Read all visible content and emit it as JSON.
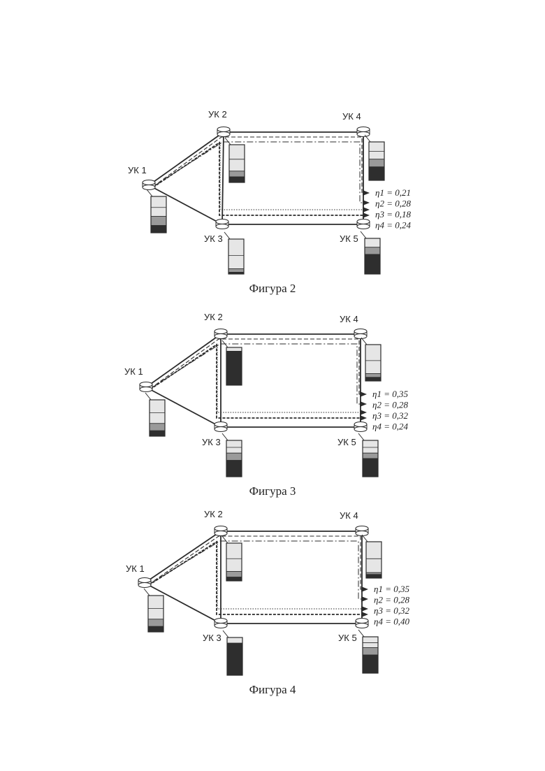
{
  "figures": [
    {
      "caption": "Фигура 2",
      "nodes": [
        "УК 1",
        "УК 2",
        "УК 3",
        "УК 4",
        "УК 5"
      ],
      "eta_lines": [
        "η1 = 0,21",
        "η2 = 0,28",
        "η3 = 0,18",
        "η4 = 0,24"
      ],
      "eta_values": [
        0.21,
        0.28,
        0.18,
        0.24
      ]
    },
    {
      "caption": "Фигура 3",
      "nodes": [
        "УК 1",
        "УК 2",
        "УК 3",
        "УК 4",
        "УК 5"
      ],
      "eta_lines": [
        "η1 = 0,35",
        "η2 = 0,28",
        "η3 = 0,32",
        "η4 = 0,24"
      ],
      "eta_values": [
        0.35,
        0.28,
        0.32,
        0.24
      ]
    },
    {
      "caption": "Фигура 4",
      "nodes": [
        "УК 1",
        "УК 2",
        "УК 3",
        "УК 4",
        "УК 5"
      ],
      "eta_lines": [
        "η1 = 0,35",
        "η2 = 0,28",
        "η3 = 0,32",
        "η4 = 0,40"
      ],
      "eta_values": [
        0.35,
        0.28,
        0.32,
        0.4
      ]
    }
  ],
  "colors": {
    "line": "#2b2b2b",
    "queue_light": "#e6e6e6",
    "queue_mid": "#9a9a9a",
    "queue_dark": "#2e2e2e"
  }
}
